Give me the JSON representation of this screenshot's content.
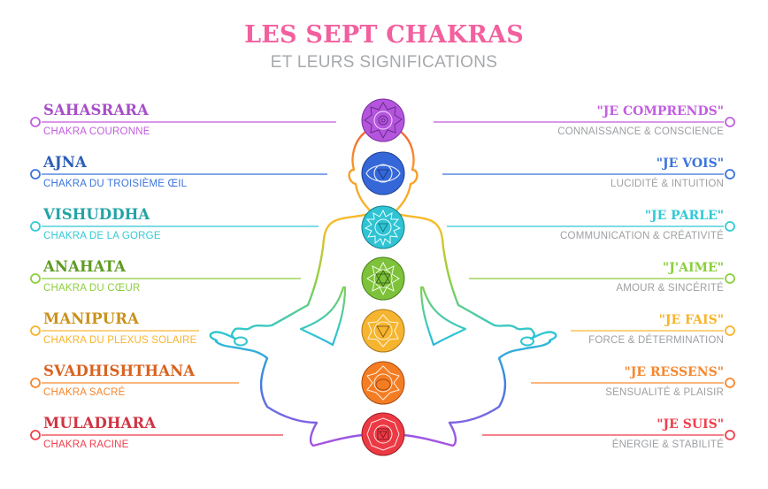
{
  "header": {
    "title": "LES SEPT CHAKRAS",
    "subtitle": "ET LEURS SIGNIFICATIONS",
    "title_color": "#f2609e",
    "subtitle_color": "#a7a9ac"
  },
  "meaning_color": "#9d9fa2",
  "chakras": [
    {
      "name": "SAHASRARA",
      "subtitle": "CHAKRA COURONNE",
      "quote": "\"JE COMPRENDS\"",
      "meaning": "CONNAISSANCE & CONSCIENCE",
      "name_color": "#a64fc7",
      "color": "#c35ee0",
      "fill": "#b455dd",
      "icon": "lotus-mandala-icon"
    },
    {
      "name": "AJNA",
      "subtitle": "CHAKRA DU TROISIÈME ŒIL",
      "quote": "\"JE VOIS\"",
      "meaning": "LUCIDITÉ & INTUITION",
      "name_color": "#2c5fb8",
      "color": "#3b74dc",
      "fill": "#3567d8",
      "icon": "third-eye-icon"
    },
    {
      "name": "VISHUDDHA",
      "subtitle": "CHAKRA DE LA GORGE",
      "quote": "\"JE PARLE\"",
      "meaning": "COMMUNICATION & CRÉATIVITÉ",
      "name_color": "#23a3a6",
      "color": "#33c9d6",
      "fill": "#2fc3d3",
      "icon": "throat-lotus-icon"
    },
    {
      "name": "ANAHATA",
      "subtitle": "CHAKRA DU CŒUR",
      "quote": "\"J'AIME\"",
      "meaning": "AMOUR & SINCÉRITÉ",
      "name_color": "#5e9b22",
      "color": "#8ccf3e",
      "fill": "#7dc23a",
      "icon": "hexagram-icon"
    },
    {
      "name": "MANIPURA",
      "subtitle": "CHAKRA DU PLEXUS SOLAIRE",
      "quote": "\"JE FAIS\"",
      "meaning": "FORCE & DÉTERMINATION",
      "name_color": "#c9921e",
      "color": "#f8b42c",
      "fill": "#f6b530",
      "icon": "solar-triangle-icon"
    },
    {
      "name": "SVADHISHTHANA",
      "subtitle": "CHAKRA SACRÉ",
      "quote": "\"JE RESSENS\"",
      "meaning": "SENSUALITÉ & PLAISIR",
      "name_color": "#d9621f",
      "color": "#f7862c",
      "fill": "#f47d24",
      "icon": "crescent-lotus-icon"
    },
    {
      "name": "MULADHARA",
      "subtitle": "CHAKRA RACINE",
      "quote": "\"JE SUIS\"",
      "meaning": "ÉNERGIE & STABILITÉ",
      "name_color": "#cf3442",
      "color": "#ef3f4c",
      "fill": "#ec3a44",
      "icon": "root-square-icon"
    }
  ]
}
